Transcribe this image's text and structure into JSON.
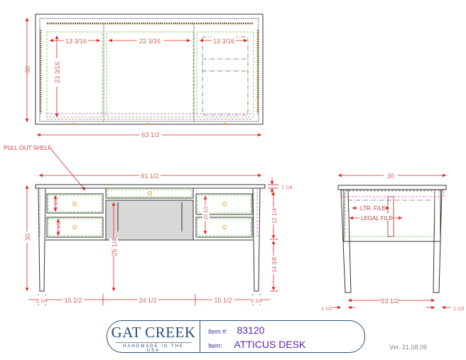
{
  "top_view": {
    "overall_depth": "30",
    "overall_width": "63 1/2",
    "left_bay_width": "13 3/16",
    "center_bay_width": "22 3/16",
    "right_bay_width": "13 3/16",
    "bay_depth": "23 3/16"
  },
  "front_view": {
    "callout": "PULL-OUT SHELF",
    "top_width": "61 1/2",
    "height": "30",
    "drawer1_height": "4 1/2",
    "drawer2_height": "4 1/2",
    "file_drawer_height": "10 1/2",
    "knee_clearance": "25 1/4",
    "top_thickness": "1 1/4",
    "apron_height": "12 1/4",
    "leg_height": "14 3/8",
    "bottom_dims": [
      "2 1/4",
      "15 1/2",
      "24 1/2",
      "15 1/2",
      "2 1/4"
    ]
  },
  "side_view": {
    "depth": "30",
    "ltr_file": "LTR. FILE",
    "legal_file": "LEGAL FILE",
    "inner_depth": "23 1/2",
    "left_leg": "1 1/2",
    "right_leg": "1 1/2"
  },
  "title_block": {
    "brand": "GAT CREEK",
    "tagline": "HANDMADE IN THE USA",
    "item_no_label": "Item #:",
    "item_no": "83120",
    "item_label": "Item:",
    "item_name": "ATTICUS DESK",
    "version": "Ver. 21.08.09"
  }
}
